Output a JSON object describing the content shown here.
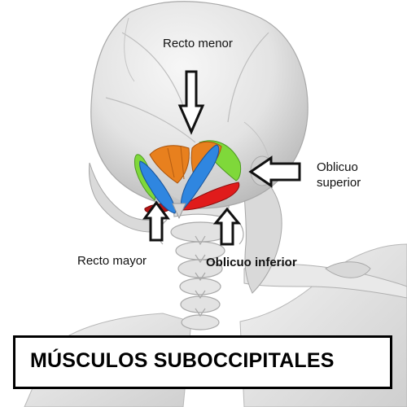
{
  "title": "MÚSCULOS SUBOCCIPITALES",
  "labels": {
    "recto_menor": "Recto menor",
    "oblicuo_superior_line1": "Oblicuo",
    "oblicuo_superior_line2": "superior",
    "recto_mayor": "Recto mayor",
    "oblicuo_inferior": "Oblicuo inferior"
  },
  "colors": {
    "recto_menor": "#e8801e",
    "recto_mayor": "#2f86e0",
    "oblicuo_superior": "#7fd83a",
    "oblicuo_inferior": "#e01b1b",
    "bone": "#e6e6e6",
    "bone_shadow": "#bdbdbd",
    "arrow": "#111111"
  },
  "icons": [
    "arrow-down-icon",
    "arrow-left-icon",
    "arrow-up-icon"
  ]
}
